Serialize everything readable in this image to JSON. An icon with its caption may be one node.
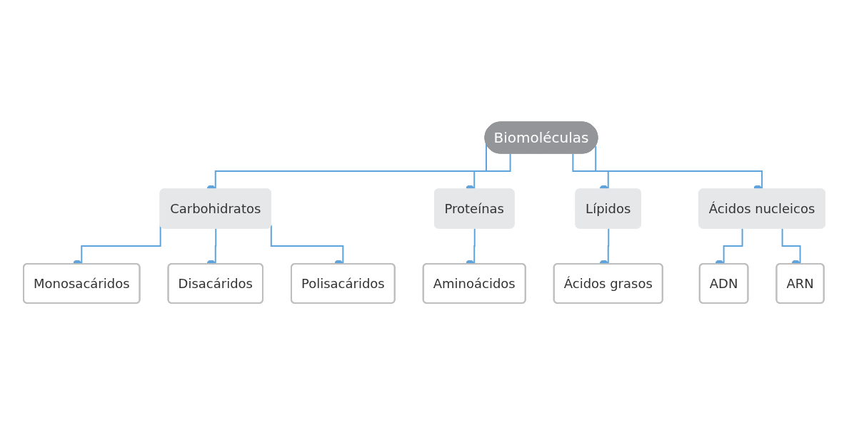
{
  "diagram": {
    "nodes": [
      {
        "text": [
          "Biomoléculas"
        ]
      },
      {
        "text": [
          "Carbohidratos"
        ]
      },
      {
        "text": [
          "Proteínas"
        ]
      },
      {
        "text": [
          "Lípidos"
        ]
      },
      {
        "text": [
          "Ácidos nucleicos"
        ]
      },
      {
        "text": [
          "Monosacáridos"
        ]
      },
      {
        "text": [
          "Disacáridos"
        ]
      },
      {
        "text": [
          "Polisacáridos"
        ]
      },
      {
        "text": [
          "Aminoácidos"
        ]
      },
      {
        "text": [
          "Ácidos grasos"
        ]
      },
      {
        "text": [
          "ADN"
        ]
      },
      {
        "text": [
          "ARN"
        ]
      }
    ],
    "edges": [
      {
        "from": 0,
        "to": 1,
        "arrow": "other"
      },
      {
        "from": 0,
        "to": 2,
        "arrow": "other"
      },
      {
        "from": 0,
        "to": 3,
        "arrow": "other"
      },
      {
        "from": 0,
        "to": 4,
        "arrow": "other"
      },
      {
        "from": 1,
        "to": 5,
        "arrow": "other"
      },
      {
        "from": 1,
        "to": 6,
        "arrow": "other"
      },
      {
        "from": 1,
        "to": 7,
        "arrow": "other"
      },
      {
        "from": 2,
        "to": 8,
        "arrow": "other"
      },
      {
        "from": 3,
        "to": 9,
        "arrow": "other"
      },
      {
        "from": 4,
        "to": 10,
        "arrow": "other"
      },
      {
        "from": 4,
        "to": 11,
        "arrow": "other"
      }
    ]
  }
}
